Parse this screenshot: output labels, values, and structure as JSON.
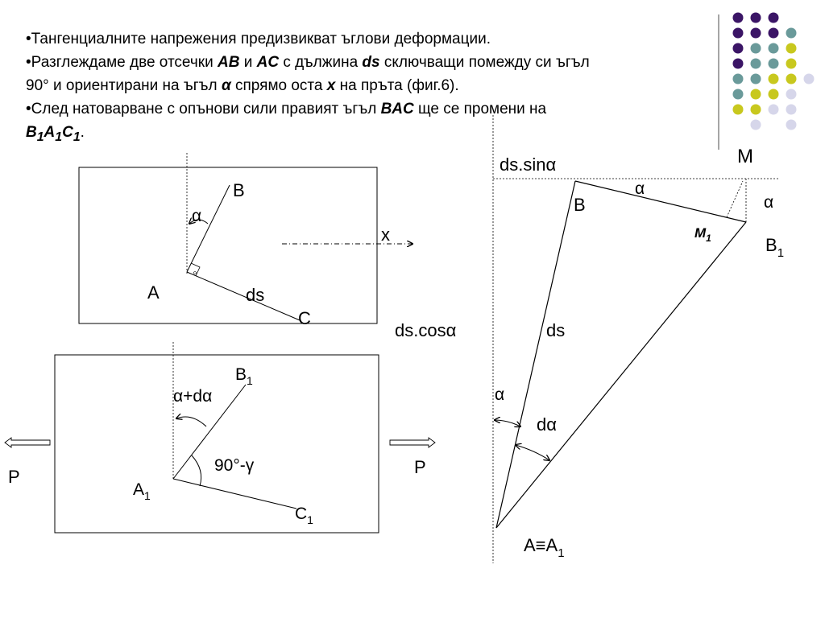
{
  "text": {
    "line1": "•Тангенциалните напрежения предизвикват ъглови деформации.",
    "line2_a": "•Разглеждаме две отсечки ",
    "line2_ab": "AB",
    "line2_b": " и ",
    "line2_ac": "AC",
    "line2_c": " с дължина ",
    "line2_ds": "ds",
    "line2_d": " сключващи помежду си ъгъл",
    "line3_a": "90° и ориентирани на ъгъл ",
    "line3_alpha": "α",
    "line3_b": " спрямо оста ",
    "line3_x": "x",
    "line3_c": " на пръта (фиг.6).",
    "line4_a": "•След натоварване с опънови сили правият ъгъл ",
    "line4_bac": "BAC",
    "line4_b": " ще се промени на",
    "line5_B": "B",
    "line5_A": "A",
    "line5_C": "C",
    "line5_sub": "1",
    "line5_end": "."
  },
  "fig1": {
    "B": "B",
    "A": "A",
    "C": "C",
    "ds": "ds",
    "alpha": "α",
    "x": "x"
  },
  "fig2": {
    "B": "B",
    "A": "A",
    "C": "C",
    "sub": "1",
    "angle": "α+dα",
    "right_angle": "90°-γ",
    "P_left": "P",
    "P_right": "P"
  },
  "fig3": {
    "M": "M",
    "ds_sin": "ds.sinα",
    "ds_cos": "ds.cosα",
    "B": "B",
    "B1": "B",
    "sub": "1",
    "M1": "M",
    "alpha_top": "α",
    "alpha_right": "α",
    "ds": "ds",
    "alpha_left": "α",
    "dalpha": "dα",
    "AA1": "A≡A"
  },
  "colors": {
    "purple": "#3b1566",
    "teal": "#6a9a9a",
    "olive": "#c8c81e",
    "lavender": "#d6d6ea"
  }
}
